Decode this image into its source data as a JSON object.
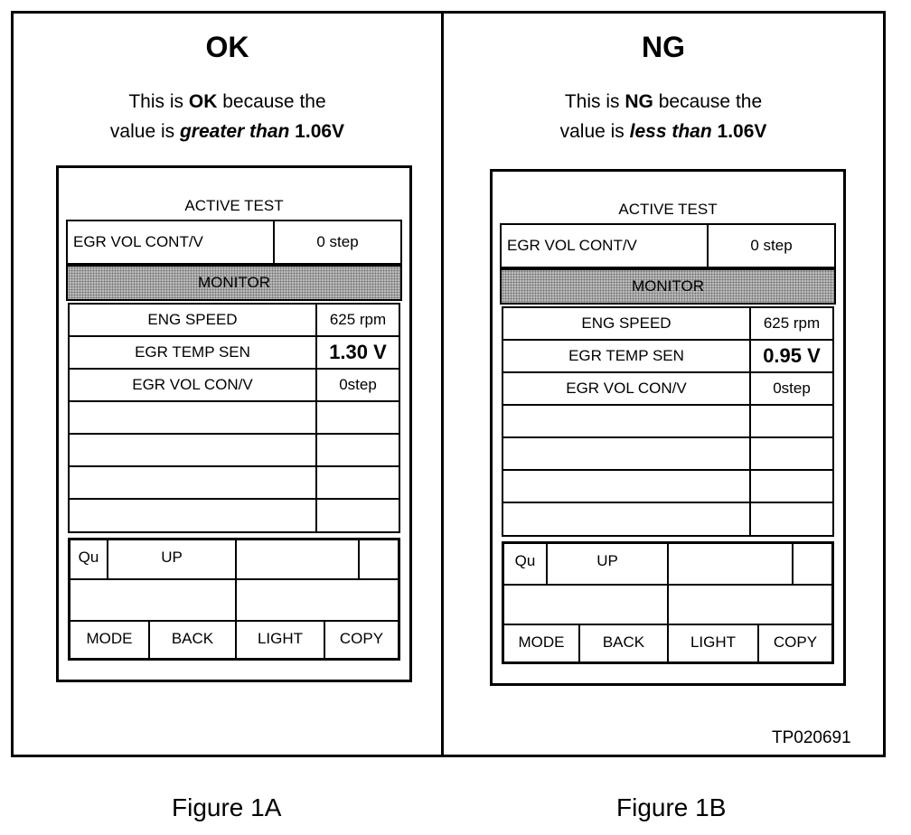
{
  "panels": [
    {
      "title": "OK",
      "explain": {
        "l1_pre": "This is ",
        "l1_bold": "OK",
        "l1_post": " because the",
        "l2_pre": "value is ",
        "l2_em": "greater than",
        "l2_post": " 1.06V"
      },
      "device": {
        "header": "ACTIVE TEST",
        "param": "EGR VOL CONT/V",
        "param_value": "0 step",
        "monitor": "MONITOR",
        "rows": [
          {
            "label": "ENG SPEED",
            "value": "625 rpm"
          },
          {
            "label": "EGR TEMP SEN",
            "value": "1.30 V"
          },
          {
            "label": "EGR VOL CON/V",
            "value": "0step"
          }
        ],
        "qu": "Qu",
        "up": "UP",
        "buttons": [
          "MODE",
          "BACK",
          "LIGHT",
          "COPY"
        ]
      },
      "caption": "Figure 1A"
    },
    {
      "title": "NG",
      "explain": {
        "l1_pre": "This is ",
        "l1_bold": "NG",
        "l1_post": " because the",
        "l2_pre": "value is ",
        "l2_em": "less than",
        "l2_post": " 1.06V"
      },
      "device": {
        "header": "ACTIVE TEST",
        "param": "EGR VOL CONT/V",
        "param_value": "0 step",
        "monitor": "MONITOR",
        "rows": [
          {
            "label": "ENG SPEED",
            "value": "625 rpm"
          },
          {
            "label": "EGR TEMP SEN",
            "value": "0.95 V"
          },
          {
            "label": "EGR VOL CON/V",
            "value": "0step"
          }
        ],
        "qu": "Qu",
        "up": "UP",
        "buttons": [
          "MODE",
          "BACK",
          "LIGHT",
          "COPY"
        ]
      },
      "caption": "Figure 1B"
    }
  ],
  "code": "TP020691"
}
